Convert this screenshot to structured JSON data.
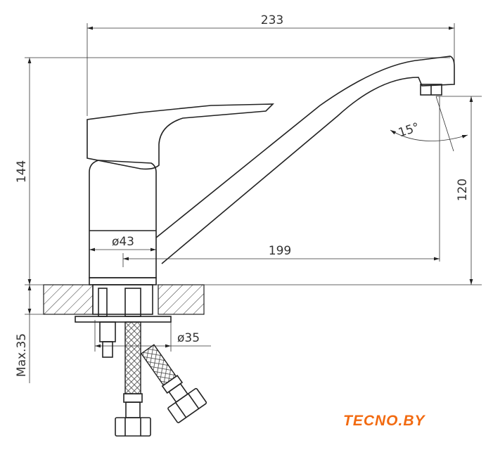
{
  "dimensions": {
    "total_length": "233",
    "total_height": "144",
    "spout_height": "120",
    "spout_angle": "15°",
    "body_diameter": "ø43",
    "spout_reach": "199",
    "mount_hole_diameter": "ø35",
    "max_counter_thickness": "Max.35"
  },
  "logo": {
    "text": "TECNO.BY",
    "color": "#f26a10"
  }
}
